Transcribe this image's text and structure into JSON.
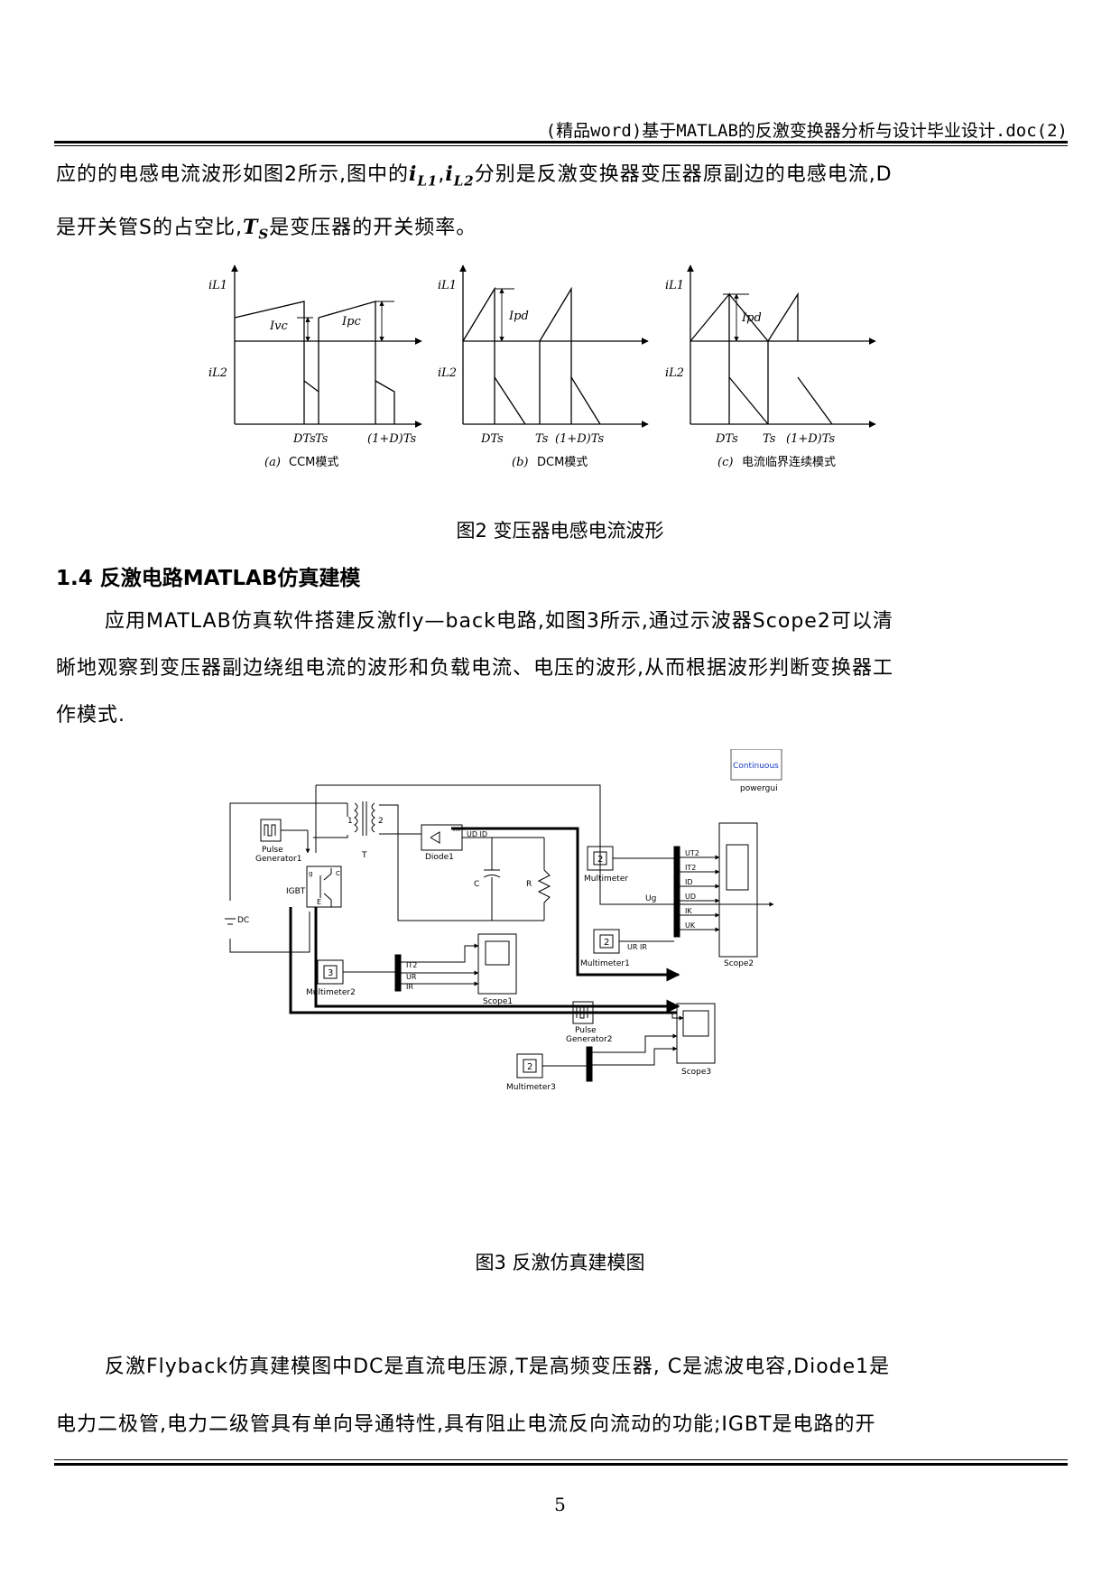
{
  "header": {
    "title": "(精品word)基于MATLAB的反激变换器分析与设计毕业设计.doc(2)"
  },
  "para1": {
    "line1_a": "应的的电感电流波形如图2所示,图中的",
    "iL1": "i",
    "iL1_sub": "L1",
    "comma": ",",
    "iL2": "i",
    "iL2_sub": "L2",
    "line1_b": "分别是反激变换器变压器原副边的电感电流,D",
    "line2_a": "是开关管S的占空比,",
    "Ts": "T",
    "Ts_sub": "S",
    "line2_b": "是变压器的开关频率。"
  },
  "fig2": {
    "caption": "图2 变压器电感电流波形",
    "panels": [
      {
        "top_label": "iL1",
        "bottom_label": "iL2",
        "ann1": "Ivc",
        "ann2": "Ipc",
        "x1": "DTs",
        "x2": "Ts",
        "x3": "(1+D)Ts",
        "tag": "(a)",
        "name": "CCM模式"
      },
      {
        "top_label": "iL1",
        "bottom_label": "iL2",
        "ann1": "Ipd",
        "x1": "DTs",
        "x2": "Ts",
        "x3": "(1+D)Ts",
        "tag": "(b)",
        "name": "DCM模式"
      },
      {
        "top_label": "iL1",
        "bottom_label": "iL2",
        "ann1": "Ipd",
        "x1": "DTs",
        "x2": "Ts",
        "x3": "(1+D)Ts",
        "tag": "(c)",
        "name": "电流临界连续模式"
      }
    ]
  },
  "section": {
    "number": "1.4",
    "title": "反激电路MATLAB仿真建模"
  },
  "para2": {
    "line1": "应用MATLAB仿真软件搭建反激fly—back电路,如图3所示,通过示波器Scope2可以清",
    "line2": "晰地观察到变压器副边绕组电流的波形和负载电流、电压的波形,从而根据波形判断变换器工",
    "line3": "作模式."
  },
  "fig3": {
    "caption": "图3 反激仿真建模图",
    "labels": {
      "continuous": "Continuous",
      "powergui": "powergui",
      "pulse1a": "Pulse",
      "pulse1b": "Generator1",
      "dc": "DC",
      "igbt": "IGBT",
      "t": "T",
      "w1": "1",
      "w2": "2",
      "diode": "Diode1",
      "m": "m",
      "udid": "UD  ID",
      "c": "C",
      "r": "R",
      "ug": "Ug",
      "mm": "Multimeter",
      "mm_n": "2",
      "ut2": "UT2",
      "it2": "IT2",
      "id": "ID",
      "ud": "UD",
      "ik": "IK",
      "uk": "UK",
      "mm1": "Multimeter1",
      "mm1_n": "2",
      "urir": "UR  IR",
      "scope2": "Scope2",
      "mm2": "Multimeter2",
      "mm2_n": "3",
      "it2b": "IT2",
      "ur": "UR",
      "ir": "IR",
      "scope1": "Scope1",
      "pulse2a": "Pulse",
      "pulse2b": "Generator2",
      "scope3": "Scope3",
      "mm3": "Multimeter3",
      "mm3_n": "2",
      "g": "g",
      "e": "E",
      "cc": "C"
    }
  },
  "para3": {
    "line1": "反激Flyback仿真建模图中DC是直流电压源,T是高频变压器, C是滤波电容,Diode1是",
    "line2": "电力二极管,电力二级管具有单向导通特性,具有阻止电流反向流动的功能;IGBT是电路的开"
  },
  "footer": {
    "page": "5"
  }
}
